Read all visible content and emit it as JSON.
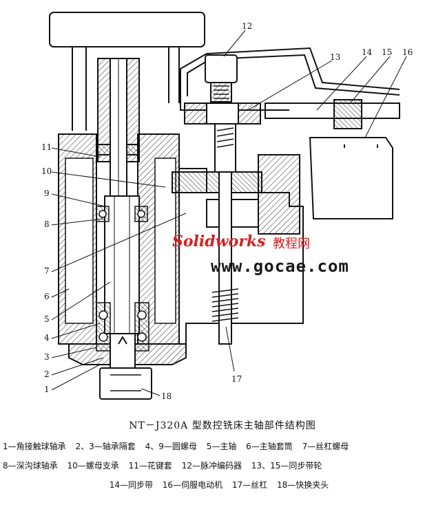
{
  "caption": "NT－J320A 型数控铣床主轴部件结构图",
  "callouts": [
    "1",
    "2",
    "3",
    "4",
    "5",
    "6",
    "7",
    "8",
    "9",
    "10",
    "11",
    "12",
    "13",
    "14",
    "15",
    "16",
    "17",
    "18"
  ],
  "legend": [
    [
      "1—角接触球轴承",
      "2、3—轴承隔套",
      "4、9—圆螺母",
      "5—主轴",
      "6—主轴套筒",
      "7—丝杠螺母"
    ],
    [
      "8—深沟球轴承",
      "10—螺母支承",
      "11—花键套",
      "12—脉冲编码器",
      "13、15—同步带轮"
    ],
    [
      "14—同步带",
      "16—伺服电动机",
      "17—丝杠",
      "18—快换夹头"
    ]
  ],
  "watermark": {
    "brand": "Solidworks",
    "brand_cn": "教程网",
    "site": "www.gocae.com"
  }
}
